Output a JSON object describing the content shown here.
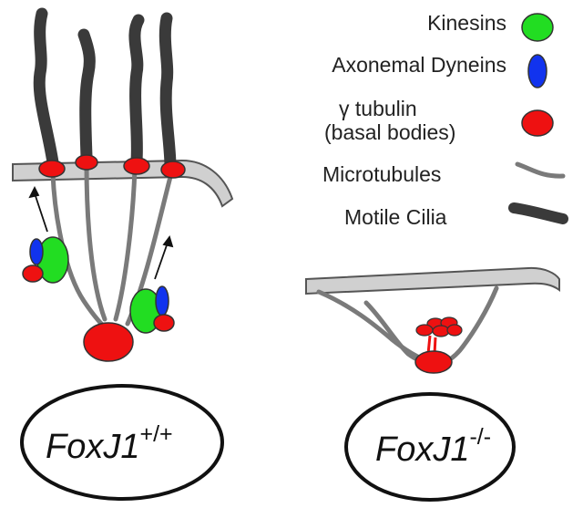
{
  "legend": {
    "kinesins": {
      "label": "Kinesins",
      "color": "#22dd22"
    },
    "dyneins": {
      "label": "Axonemal Dyneins",
      "color": "#1133ee"
    },
    "gamma_tubulin": {
      "label_line1": "γ tubulin",
      "label_line2": "(basal bodies)",
      "color": "#ee1111"
    },
    "microtubules": {
      "label": "Microtubules",
      "color": "#888888"
    },
    "cilia": {
      "label": "Motile Cilia",
      "color": "#3a3a3a"
    }
  },
  "wildtype": {
    "gene": "FoxJ1",
    "genotype": "+/+"
  },
  "knockout": {
    "gene": "FoxJ1",
    "genotype": "-/-"
  }
}
